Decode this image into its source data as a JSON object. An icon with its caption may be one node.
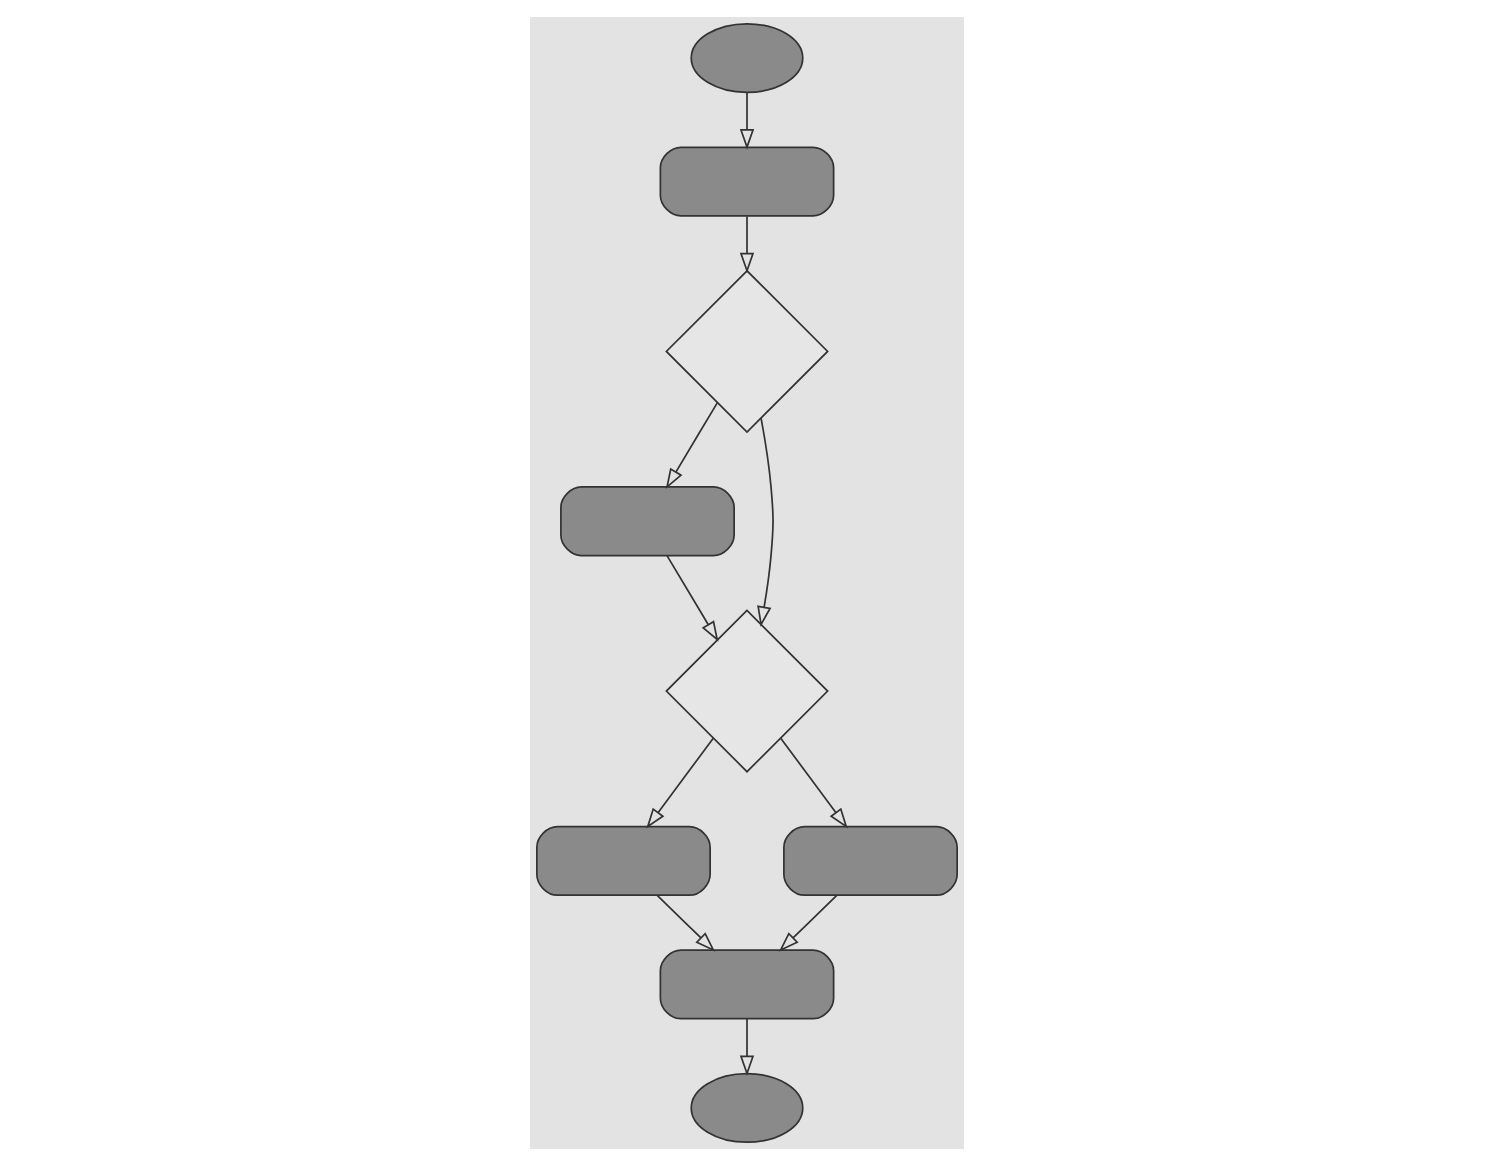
{
  "diagram": {
    "nodes": [
      {
        "text": [],
        "shape": "ellipse"
      },
      {
        "text": [],
        "shape": "box"
      },
      {
        "text": [],
        "shape": "diamond"
      },
      {
        "text": [],
        "shape": "box"
      },
      {
        "text": [],
        "shape": "diamond"
      },
      {
        "text": [],
        "shape": "box"
      },
      {
        "text": [],
        "shape": "box"
      },
      {
        "text": [],
        "shape": "box"
      },
      {
        "text": [],
        "shape": "ellipse"
      }
    ],
    "edges": [
      {
        "from": 0,
        "to": 1,
        "arrow": "to"
      },
      {
        "from": 1,
        "to": 2,
        "arrow": "to"
      },
      {
        "from": 2,
        "to": 3,
        "arrow": "to"
      },
      {
        "from": 2,
        "to": 4,
        "arrow": "to"
      },
      {
        "from": 3,
        "to": 4,
        "arrow": "to"
      },
      {
        "from": 4,
        "to": 5,
        "arrow": "to"
      },
      {
        "from": 4,
        "to": 6,
        "arrow": "to"
      },
      {
        "from": 5,
        "to": 7,
        "arrow": "to"
      },
      {
        "from": 6,
        "to": 7,
        "arrow": "to"
      },
      {
        "from": 7,
        "to": 8,
        "arrow": "to"
      }
    ]
  }
}
